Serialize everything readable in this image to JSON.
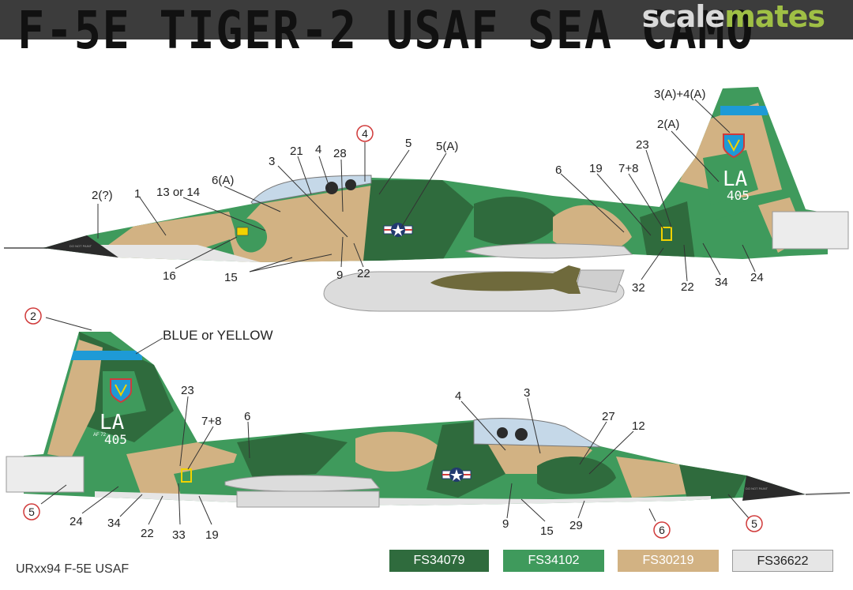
{
  "header": {
    "title": "F-5E TIGER-2 USAF SEA CAMO",
    "watermark_part1": "scale",
    "watermark_part2": "mates"
  },
  "tail": {
    "code": "LA",
    "number": "405",
    "small_text": "AF 72"
  },
  "nose_text": "DO NOT PAINT",
  "top_labels": {
    "l_2q": "2(?)",
    "l_1": "1",
    "l_13or14": "13 or 14",
    "l_6A": "6(A)",
    "l_3": "3",
    "l_21": "21",
    "l_4": "4",
    "l_28": "28",
    "l_4c": "4",
    "l_5": "5",
    "l_5A": "5(A)",
    "l_6": "6",
    "l_19": "19",
    "l_7p8": "7+8",
    "l_23": "23",
    "l_2A": "2(A)",
    "l_3A4A": "3(A)+4(A)",
    "l_16": "16",
    "l_15": "15",
    "l_9": "9",
    "l_22": "22",
    "l_32": "32",
    "l_22b": "22",
    "l_34": "34",
    "l_24": "24"
  },
  "bottom_labels": {
    "b_2c": "2",
    "b_blue": "BLUE or YELLOW",
    "b_23": "23",
    "b_7p8": "7+8",
    "b_6": "6",
    "b_4": "4",
    "b_3": "3",
    "b_27": "27",
    "b_12": "12",
    "b_5c_left": "5",
    "b_24": "24",
    "b_34": "34",
    "b_22": "22",
    "b_33": "33",
    "b_19": "19",
    "b_9": "9",
    "b_15": "15",
    "b_29": "29",
    "b_6c": "6",
    "b_5c_right": "5"
  },
  "swatches": [
    {
      "label": "FS34079",
      "bg": "#2f6b3d",
      "fg": "#ffffff"
    },
    {
      "label": "FS34102",
      "bg": "#3f9a5c",
      "fg": "#ffffff"
    },
    {
      "label": "FS30219",
      "bg": "#d2b283",
      "fg": "#ffffff"
    },
    {
      "label": "FS36622",
      "bg": "#e6e6e6",
      "fg": "#222222"
    }
  ],
  "footer": {
    "text": "URxx94 F-5E USAF"
  },
  "colors": {
    "dark_green": "#2f6b3d",
    "medium_green": "#3f9a5c",
    "tan": "#d2b283",
    "light_gray": "#e6e6e6",
    "fin_tip_blue": "#1e9ad6",
    "marker_red": "#d03a3a"
  }
}
